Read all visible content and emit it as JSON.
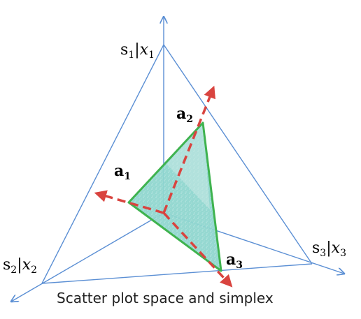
{
  "figure": {
    "caption": "Scatter plot space and simplex",
    "axes": {
      "s1": {
        "base": "s",
        "sub": "1",
        "sep": "|",
        "base2": "x",
        "sub2": "1"
      },
      "s2": {
        "base": "s",
        "sub": "2",
        "sep": "|",
        "base2": "x",
        "sub2": "2"
      },
      "s3": {
        "base": "s",
        "sub": "3",
        "sep": "|",
        "base2": "x",
        "sub2": "3"
      }
    },
    "vertices": {
      "a1": {
        "base": "a",
        "sub": "1"
      },
      "a2": {
        "base": "a",
        "sub": "2"
      },
      "a3": {
        "base": "a",
        "sub": "3"
      }
    },
    "colors": {
      "axis": "#5b8fd4",
      "simplex_edge": "#3fb34f",
      "simplex_fill": "#8fd6cf",
      "arrow": "#d9443f"
    }
  }
}
